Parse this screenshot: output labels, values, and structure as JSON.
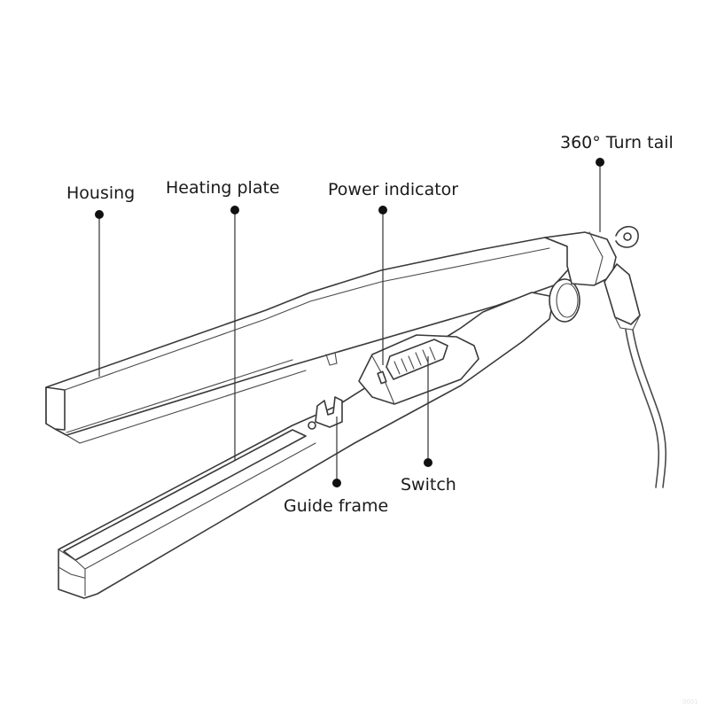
{
  "callouts": {
    "housing": "Housing",
    "heating_plate": "Heating plate",
    "power_indicator": "Power indicator",
    "turn_tail": "360° Turn tail",
    "switch": "Switch",
    "guide_frame": "Guide frame"
  },
  "watermark": "0001",
  "colors": {
    "ink": "#3a3a3a",
    "text": "#1a1a1a",
    "background": "#ffffff"
  }
}
